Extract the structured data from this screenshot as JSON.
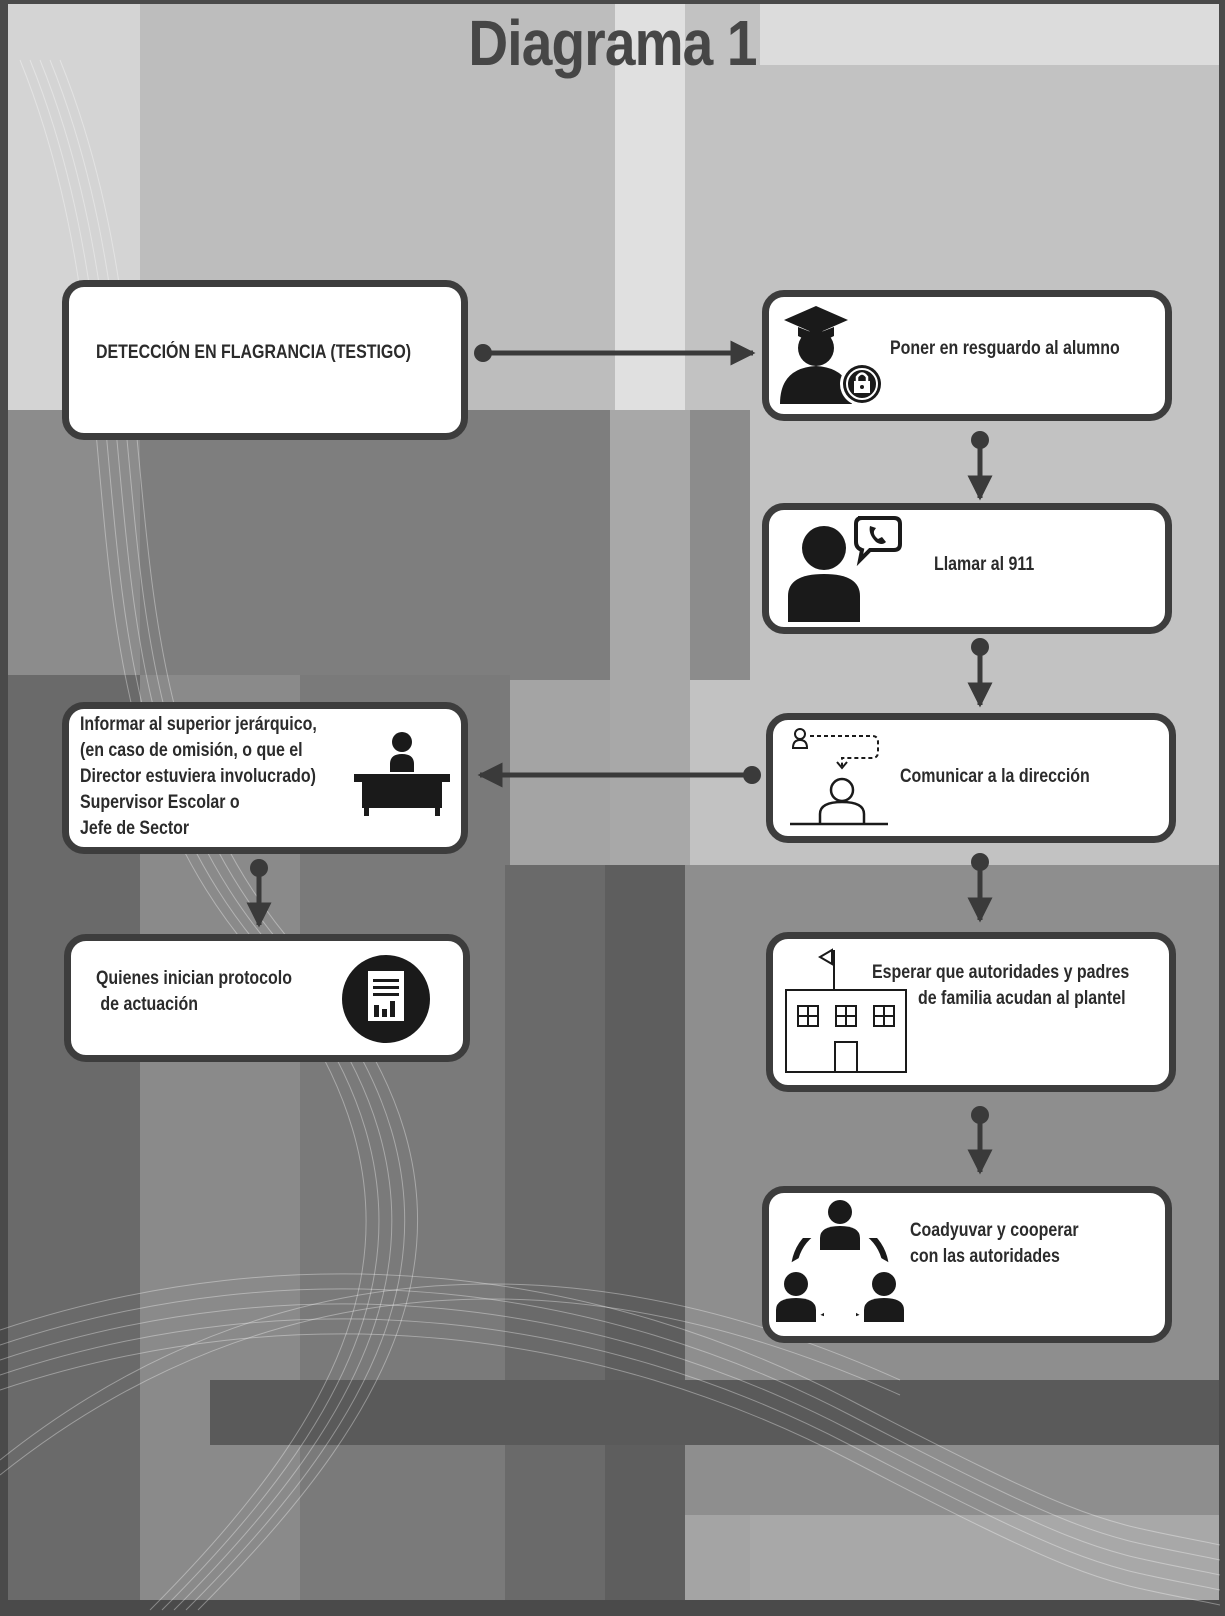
{
  "title": "Diagrama 1",
  "nodes": {
    "deteccion": {
      "label": "DETECCIÓN EN FLAGRANCIA (TESTIGO)",
      "icon": "none"
    },
    "resguardo": {
      "label": "Poner en resguardo al alumno",
      "icon": "student-lock-icon"
    },
    "llamar": {
      "label": "Llamar al 911",
      "icon": "person-phone-icon"
    },
    "comunicar": {
      "label": "Comunicar a la dirección",
      "icon": "person-desk-communication-icon"
    },
    "informar": {
      "lines": [
        "Informar al superior jerárquico,",
        "(en caso de omisión, o que el",
        "Director estuviera involucrado)",
        "Supervisor Escolar o",
        "Jefe de Sector"
      ],
      "icon": "person-at-desk-icon"
    },
    "protocolo": {
      "lines": [
        "Quienes inician protocolo",
        " de actuación"
      ],
      "icon": "report-document-icon"
    },
    "esperar": {
      "lines": [
        "Esperar que autoridades y padres",
        "de familia acudan al plantel"
      ],
      "icon": "school-building-icon"
    },
    "coadyuvar": {
      "lines": [
        "Coadyuvar y cooperar",
        "con las autoridades"
      ],
      "icon": "group-cooperation-icon"
    }
  },
  "edges": [
    {
      "from": "deteccion",
      "to": "resguardo"
    },
    {
      "from": "resguardo",
      "to": "llamar"
    },
    {
      "from": "llamar",
      "to": "comunicar"
    },
    {
      "from": "comunicar",
      "to": "informar"
    },
    {
      "from": "informar",
      "to": "protocolo"
    },
    {
      "from": "comunicar",
      "to": "esperar"
    },
    {
      "from": "esperar",
      "to": "coadyuvar"
    }
  ],
  "colors": {
    "box_border": "#3d3d3d",
    "text": "#2b2b2b",
    "arrow": "#3a3a3a",
    "title": "#464646"
  }
}
